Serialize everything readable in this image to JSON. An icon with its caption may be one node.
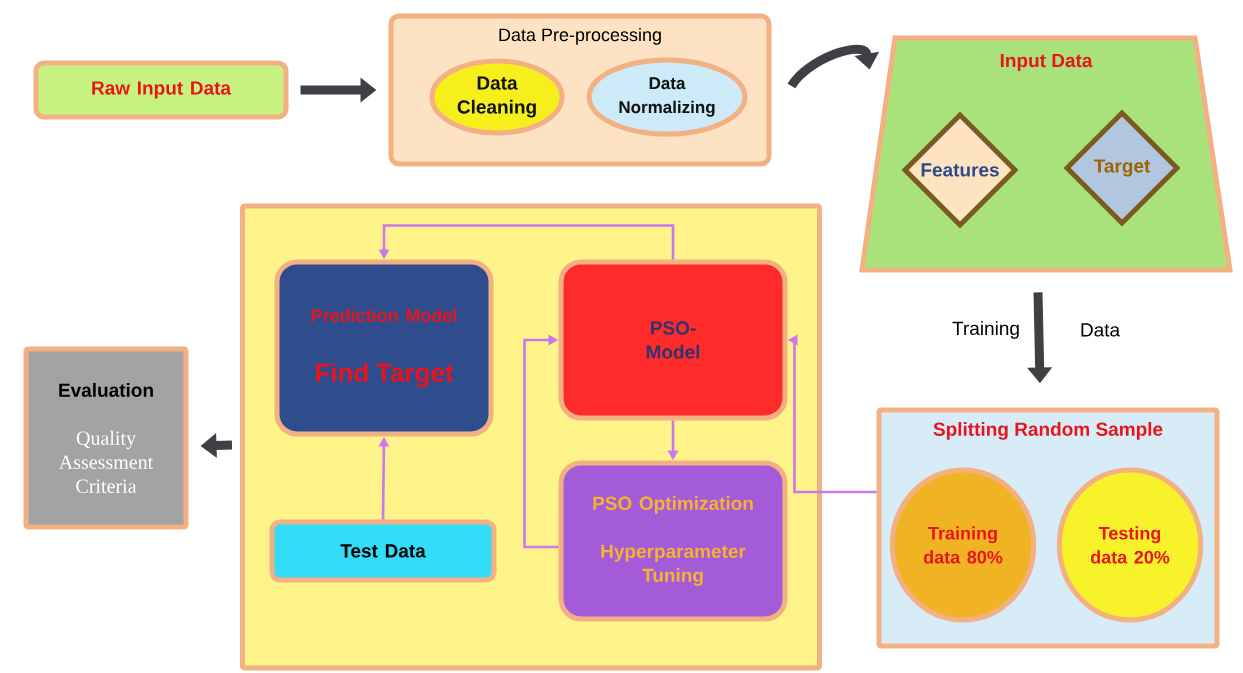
{
  "diagram": {
    "nodes": [
      {
        "text": [
          "Raw Input Data"
        ]
      },
      {
        "text": [
          "Data Pre-processing"
        ]
      },
      {
        "text": [
          "Data Cleaning"
        ],
        "in": 1
      },
      {
        "text": [
          "Data Normalizing"
        ],
        "in": 1
      },
      {
        "text": [
          "Input Data"
        ]
      },
      {
        "text": [
          "Features"
        ],
        "in": 4
      },
      {
        "text": [
          "Target"
        ],
        "in": 4
      },
      {
        "text": [],
        "shape": "box"
      },
      {
        "text": [
          "Prediction Model",
          "Find Target"
        ],
        "in": 7
      },
      {
        "text": [
          "PSO- Model"
        ],
        "in": 7
      },
      {
        "text": [
          "Test Data"
        ],
        "in": 7
      },
      {
        "text": [
          "PSO Optimization",
          "Hyperparameter Tuning"
        ],
        "in": 7
      },
      {
        "text": [
          "Evaluation",
          "Quality Assessment Criteria"
        ]
      },
      {
        "text": [
          "Splitting Random Sample"
        ]
      },
      {
        "text": [
          "Training data 80%"
        ],
        "in": 13
      },
      {
        "text": [
          "Testing data 20%"
        ],
        "in": 13
      }
    ],
    "edges": [
      {
        "from": 0,
        "to": 1,
        "arrow": "to",
        "style": "thick",
        "color": "#3f4046"
      },
      {
        "from": 1,
        "to": 4,
        "arrow": "to",
        "style": "thick",
        "color": "#3f4046"
      },
      {
        "from": 4,
        "to": 13,
        "arrow": "to",
        "style": "thick",
        "color": "#3f4046"
      },
      {
        "from": 9,
        "to": 8,
        "arrow": "to",
        "color": "#cc77ee"
      },
      {
        "from": 10,
        "to": 8,
        "arrow": "to",
        "color": "#cc77ee"
      },
      {
        "from": 9,
        "to": 11,
        "arrow": "to",
        "color": "#cc77ee"
      },
      {
        "from": 11,
        "to": 9,
        "arrow": "to",
        "color": "#cc77ee"
      },
      {
        "from": 13,
        "to": 9,
        "arrow": "to",
        "color": "#cc77ee"
      },
      {
        "from": 7,
        "to": 12,
        "arrow": "to",
        "style": "thick",
        "color": "#3f4046"
      }
    ],
    "labels": [
      "Training",
      "Data"
    ]
  }
}
